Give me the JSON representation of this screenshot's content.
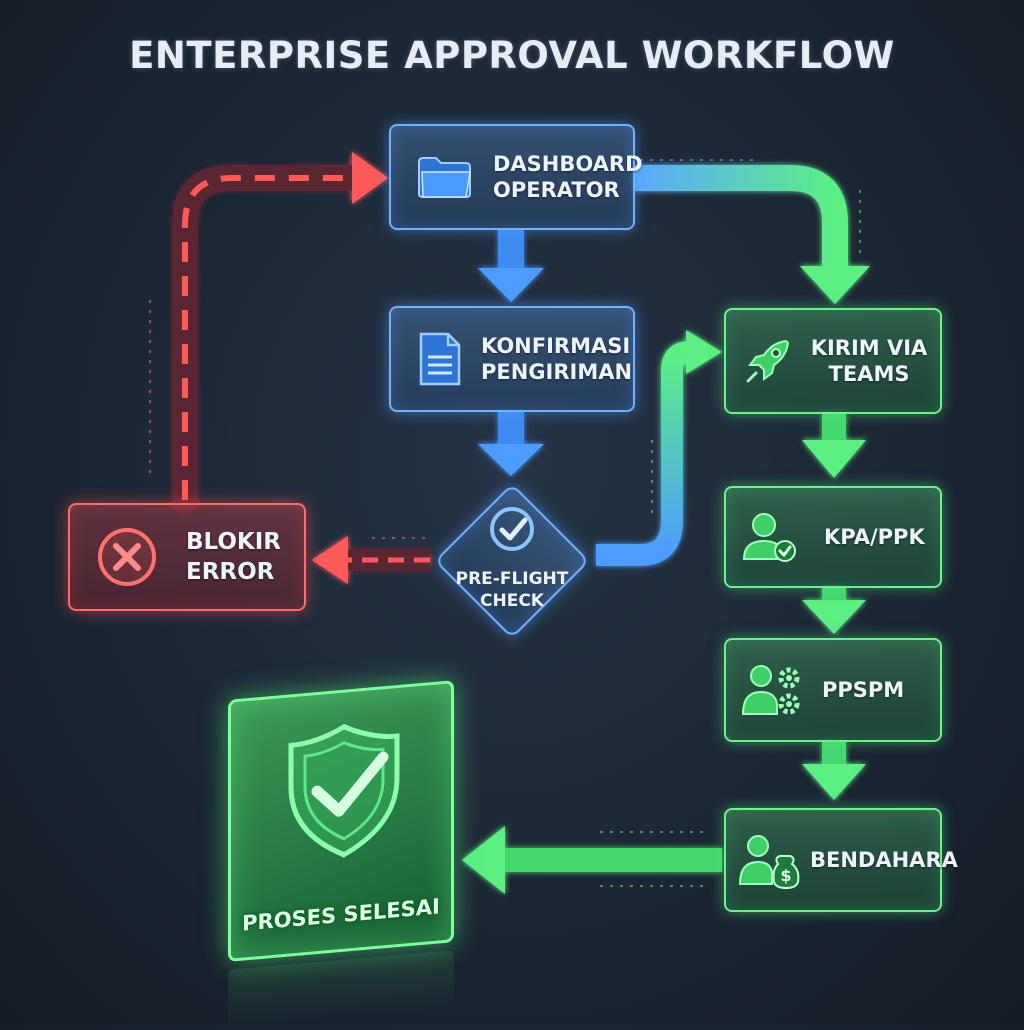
{
  "title": "ENTERPRISE APPROVAL WORKFLOW",
  "nodes": {
    "dashboard": {
      "label": "DASHBOARD OPERATOR",
      "icon": "folder-icon"
    },
    "konfirmasi": {
      "label": "KONFIRMASI PENGIRIMAN",
      "icon": "document-icon"
    },
    "preflight": {
      "label": "PRE-FLIGHT CHECK",
      "icon": "checkmark-icon"
    },
    "blokir": {
      "label": "BLOKIR ERROR",
      "icon": "error-x-icon"
    },
    "kirim": {
      "label": "KIRIM VIA TEAMS",
      "icon": "rocket-icon"
    },
    "kpa": {
      "label": "KPA/PPK",
      "icon": "user-check-icon"
    },
    "ppspm": {
      "label": "PPSPM",
      "icon": "user-gears-icon"
    },
    "bendahara": {
      "label": "BENDAHARA",
      "icon": "user-money-icon"
    },
    "selesai": {
      "label": "PROSES SELESAI",
      "icon": "shield-check-icon"
    }
  },
  "colors": {
    "blue": "#6fb0ff",
    "green": "#6df08e",
    "red": "#ff6b6b",
    "background": "#1c2634"
  }
}
